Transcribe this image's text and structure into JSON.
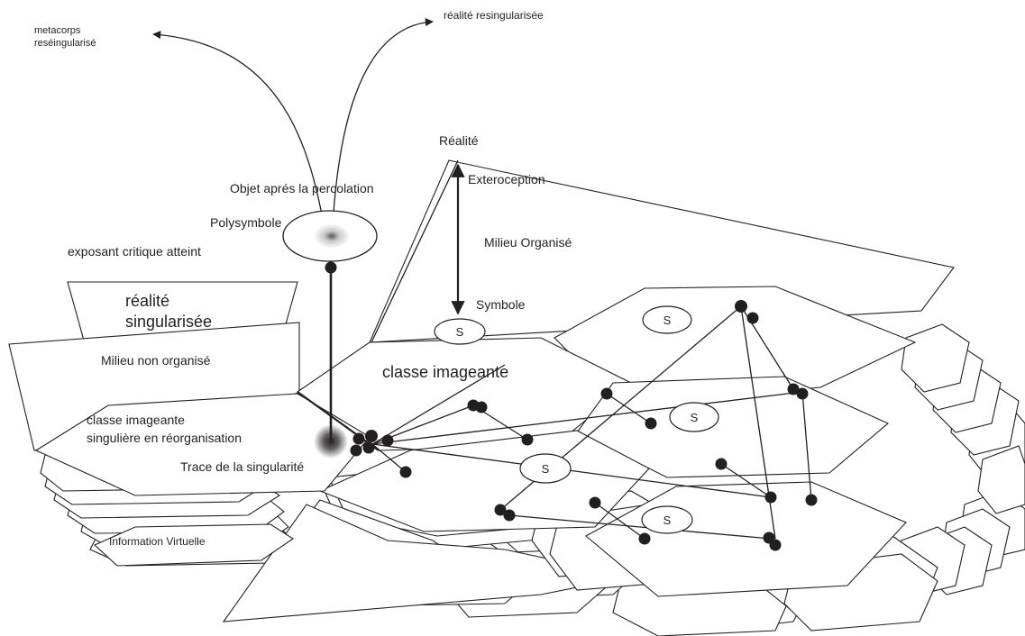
{
  "labels": {
    "metacorps": "metacorps\nreséingularisé",
    "realite_resing": "réalité resingularisée",
    "realite": "Réalité",
    "objet": "Objet aprés la percolation",
    "exteroception": "Exteroception",
    "polysymbole": "Polysymbole",
    "milieu_organise": "Milieu Organisé",
    "exposant": "exposant critique atteint",
    "symbole": "Symbole",
    "realite_sing_1": "réalité",
    "realite_sing_2": "singularisée",
    "milieu_non": "Milieu non organisé",
    "classe_imageante": "classe imageante",
    "classe_sing_1": "classe imageante",
    "classe_sing_2": "singulière en réorganisation",
    "trace": "Trace de la singularité",
    "info_virtuelle": "Information Virtuelle"
  },
  "symbols": [
    "S",
    "S",
    "S",
    "S",
    "S"
  ],
  "colors": {
    "ink": "#231f20",
    "paper": "#ffffff"
  }
}
